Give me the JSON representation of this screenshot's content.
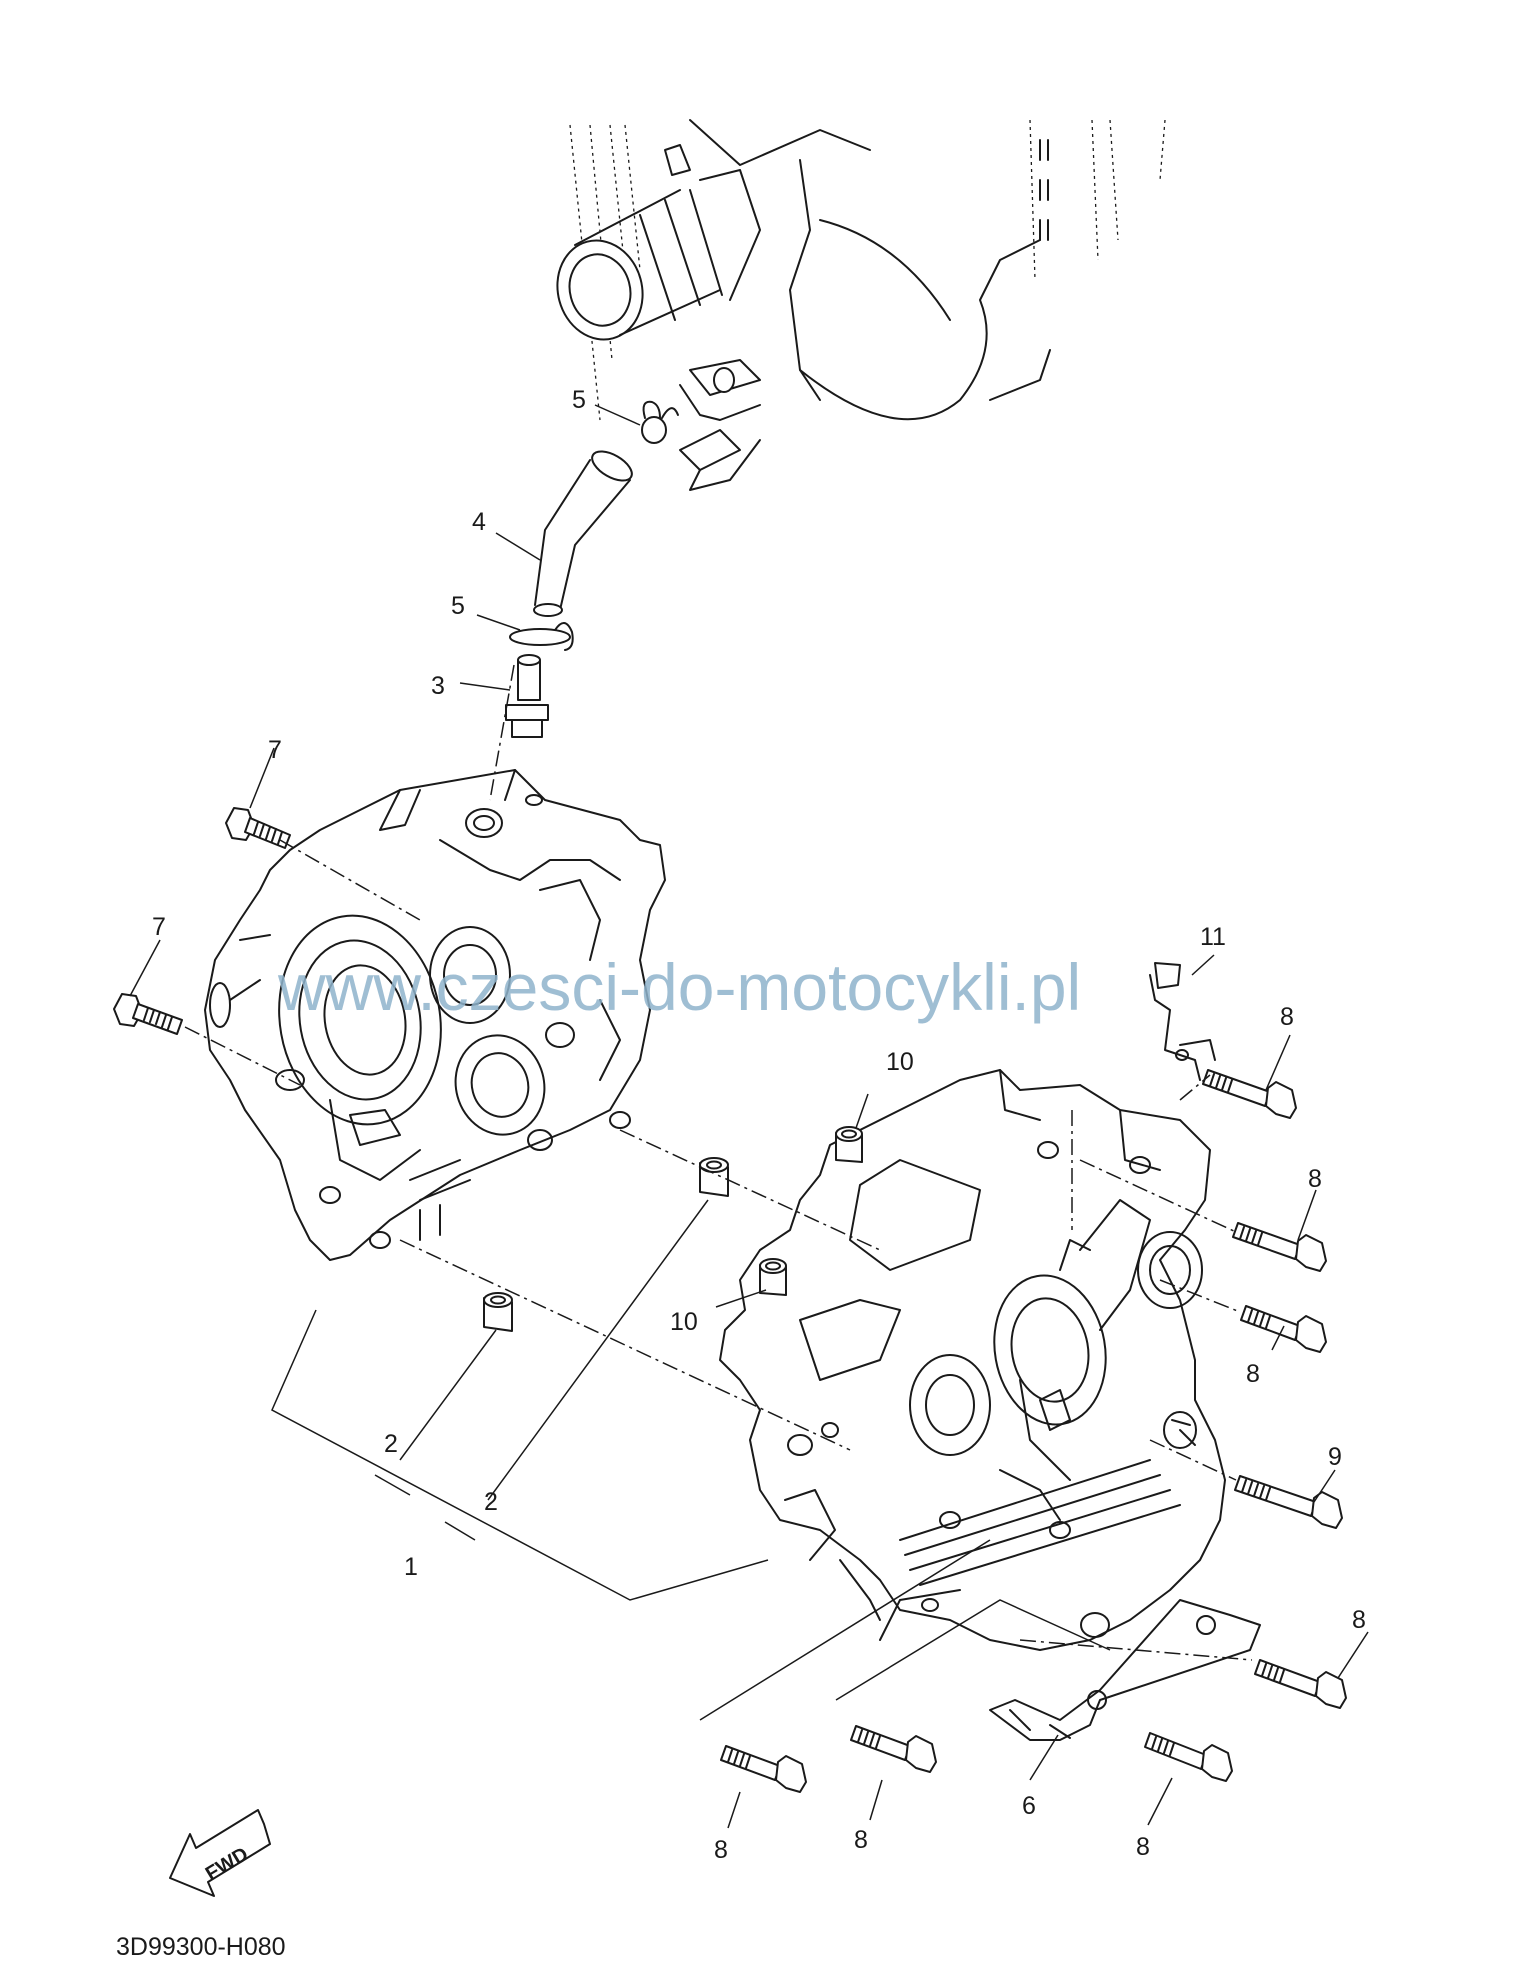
{
  "callouts": {
    "c1": "1",
    "c2a": "2",
    "c2b": "2",
    "c3": "3",
    "c4": "4",
    "c5a": "5",
    "c5b": "5",
    "c6": "6",
    "c7a": "7",
    "c7b": "7",
    "c8a": "8",
    "c8b": "8",
    "c8c": "8",
    "c8d": "8",
    "c8e": "8",
    "c8f": "8",
    "c8g": "8",
    "c9": "9",
    "c10a": "10",
    "c10b": "10",
    "c11": "11"
  },
  "watermark": "www.czesci-do-motocykli.pl",
  "fwd_label": "FWD",
  "diagram_code": "3D99300-H080",
  "colors": {
    "line": "#1a1a1a",
    "watermark": "#8eb3cb",
    "background": "#ffffff"
  }
}
